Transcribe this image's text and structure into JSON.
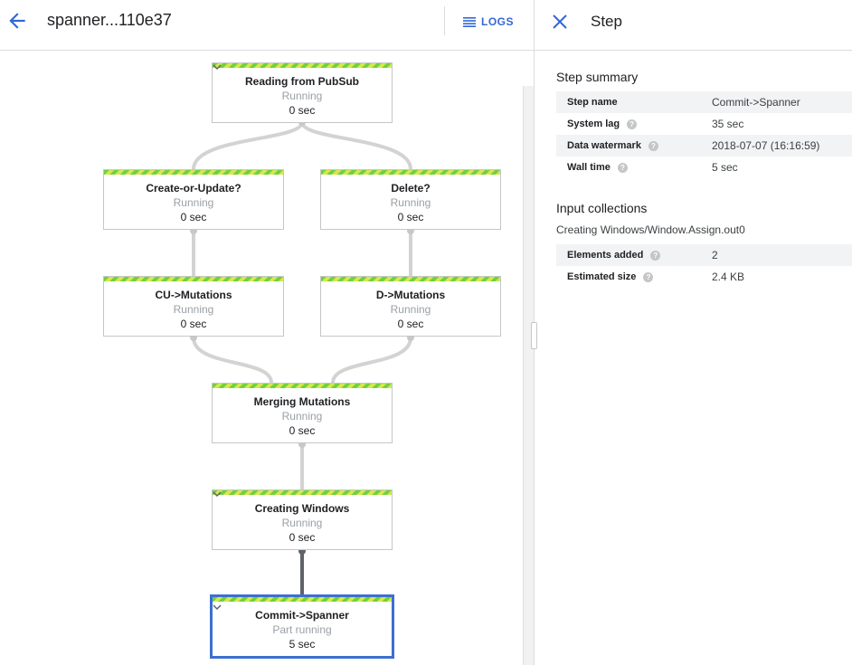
{
  "header": {
    "job_title": "spanner...110e37",
    "logs_label": "LOGS"
  },
  "graph": {
    "nodes": [
      {
        "title": "Reading from PubSub",
        "status": "Running",
        "time": "0 sec"
      },
      {
        "title": "Create-or-Update?",
        "status": "Running",
        "time": "0 sec"
      },
      {
        "title": "Delete?",
        "status": "Running",
        "time": "0 sec"
      },
      {
        "title": "CU->Mutations",
        "status": "Running",
        "time": "0 sec"
      },
      {
        "title": "D->Mutations",
        "status": "Running",
        "time": "0 sec"
      },
      {
        "title": "Merging Mutations",
        "status": "Running",
        "time": "0 sec"
      },
      {
        "title": "Creating Windows",
        "status": "Running",
        "time": "0 sec"
      },
      {
        "title": "Commit->Spanner",
        "status": "Part running",
        "time": "5 sec"
      }
    ]
  },
  "panel": {
    "title": "Step",
    "summary": {
      "heading": "Step summary",
      "rows": [
        {
          "key": "Step name",
          "value": "Commit->Spanner"
        },
        {
          "key": "System lag",
          "value": "35 sec"
        },
        {
          "key": "Data watermark",
          "value": "2018-07-07 (16:16:59)"
        },
        {
          "key": "Wall time",
          "value": "5 sec"
        }
      ]
    },
    "input": {
      "heading": "Input collections",
      "collection": "Creating Windows/Window.Assign.out0",
      "rows": [
        {
          "key": "Elements added",
          "value": "2"
        },
        {
          "key": "Estimated size",
          "value": "2.4 KB"
        }
      ]
    }
  },
  "colors": {
    "accent": "#3367d6",
    "selected_border": "#3c6fd1",
    "edge": "#d3d3d3",
    "active_edge": "#5f6368"
  }
}
